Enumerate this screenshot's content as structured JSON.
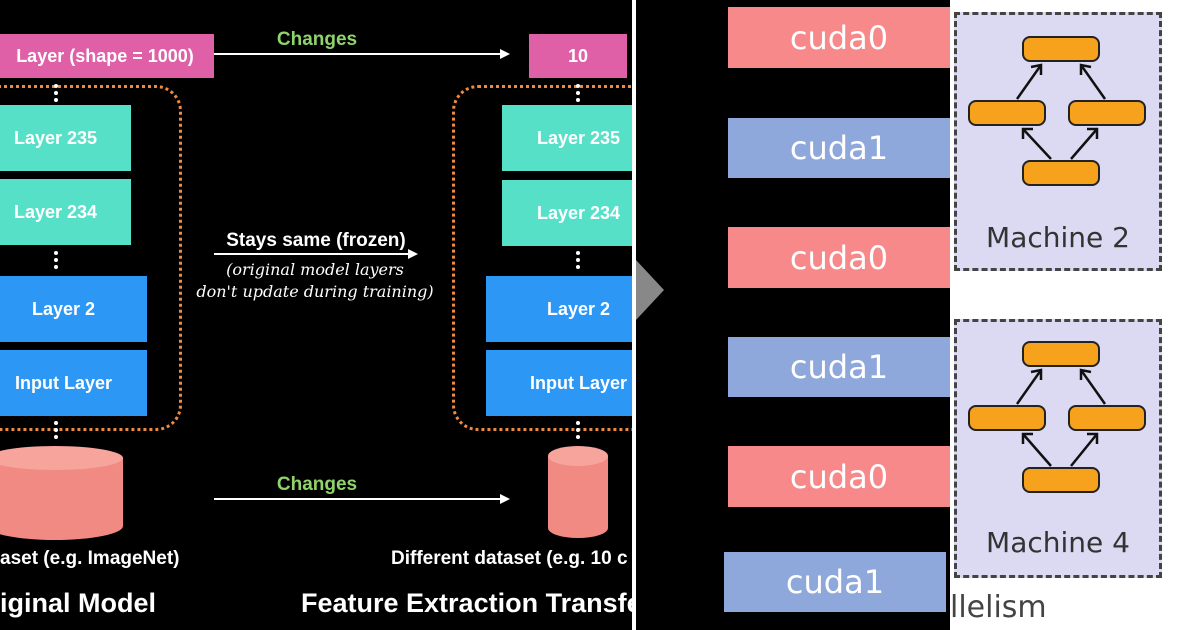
{
  "left_panel": {
    "original": {
      "output_layer": "Layer (shape = 1000)",
      "layer_235": "Layer 235",
      "layer_234": "Layer 234",
      "layer_2": "Layer 2",
      "input_layer": "Input Layer",
      "dataset_caption": "aset (e.g. ImageNet)",
      "title": "iginal Model"
    },
    "transfer": {
      "output_layer": "10",
      "layer_235": "Layer 235",
      "layer_234": "Layer 234",
      "layer_2": "Layer 2",
      "input_layer": "Input Layer",
      "dataset_caption": "Different dataset (e.g. 10 c",
      "title": "Feature Extraction Transfe"
    },
    "top_arrow_label": "Changes",
    "middle_arrow_label": "Stays same (frozen)",
    "middle_note_line1": "(original model layers",
    "middle_note_line2": "don't update during training)",
    "bottom_arrow_label": "Changes",
    "colors": {
      "output": "#e060a8",
      "frozen": "#56e0c8",
      "base": "#2d97f5",
      "dataset": "#f08a82",
      "frame": "#f08a40",
      "changes": "#8ed36b"
    }
  },
  "middle_panel": {
    "blocks": [
      {
        "label": "cuda0",
        "color": "#f8898a"
      },
      {
        "label": "cuda1",
        "color": "#8ea8dc"
      },
      {
        "label": "cuda0",
        "color": "#f8898a"
      },
      {
        "label": "cuda1",
        "color": "#8ea8dc"
      },
      {
        "label": "cuda0",
        "color": "#f8898a"
      },
      {
        "label": "cuda1",
        "color": "#8ea8dc"
      }
    ]
  },
  "right_panel": {
    "machines": [
      {
        "label": "Machine 2"
      },
      {
        "label": "Machine 4"
      }
    ],
    "footer": "llelism",
    "node_color": "#f7a21c"
  }
}
